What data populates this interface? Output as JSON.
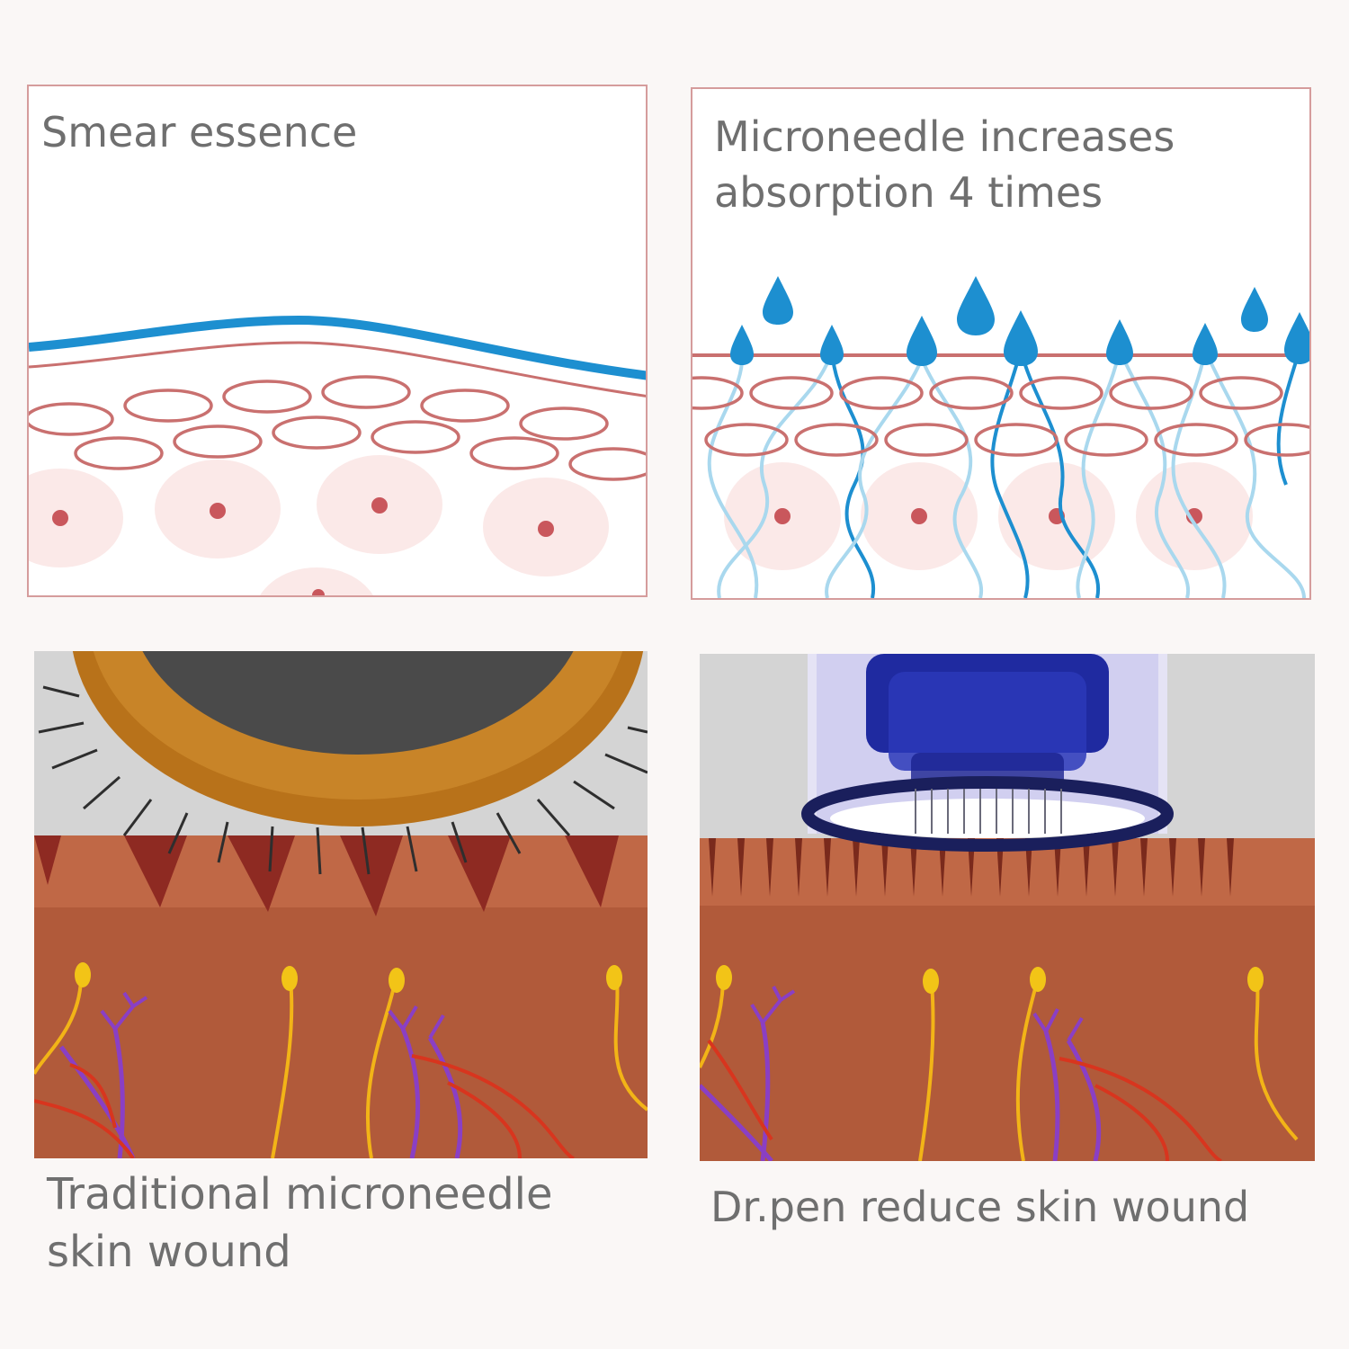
{
  "panels": {
    "smear": {
      "title": "Smear essence"
    },
    "absorb": {
      "title": "Microneedle increases\nabsorption 4 times"
    },
    "traditional": {
      "caption": "Traditional microneedle\nskin wound"
    },
    "drpen": {
      "caption": "Dr.pen reduce skin wound"
    }
  },
  "colors": {
    "frame": "#d59c9c",
    "cell_outline": "#c9706f",
    "essence_blue": "#1d8fd0",
    "skin_brown": "#b15a3a",
    "nerve_yellow": "#f2b417",
    "vein_purple": "#8a3fc4",
    "artery_red": "#d8351e",
    "device_blue": "#1f2aa0",
    "text_gray": "#6f6f6f"
  }
}
